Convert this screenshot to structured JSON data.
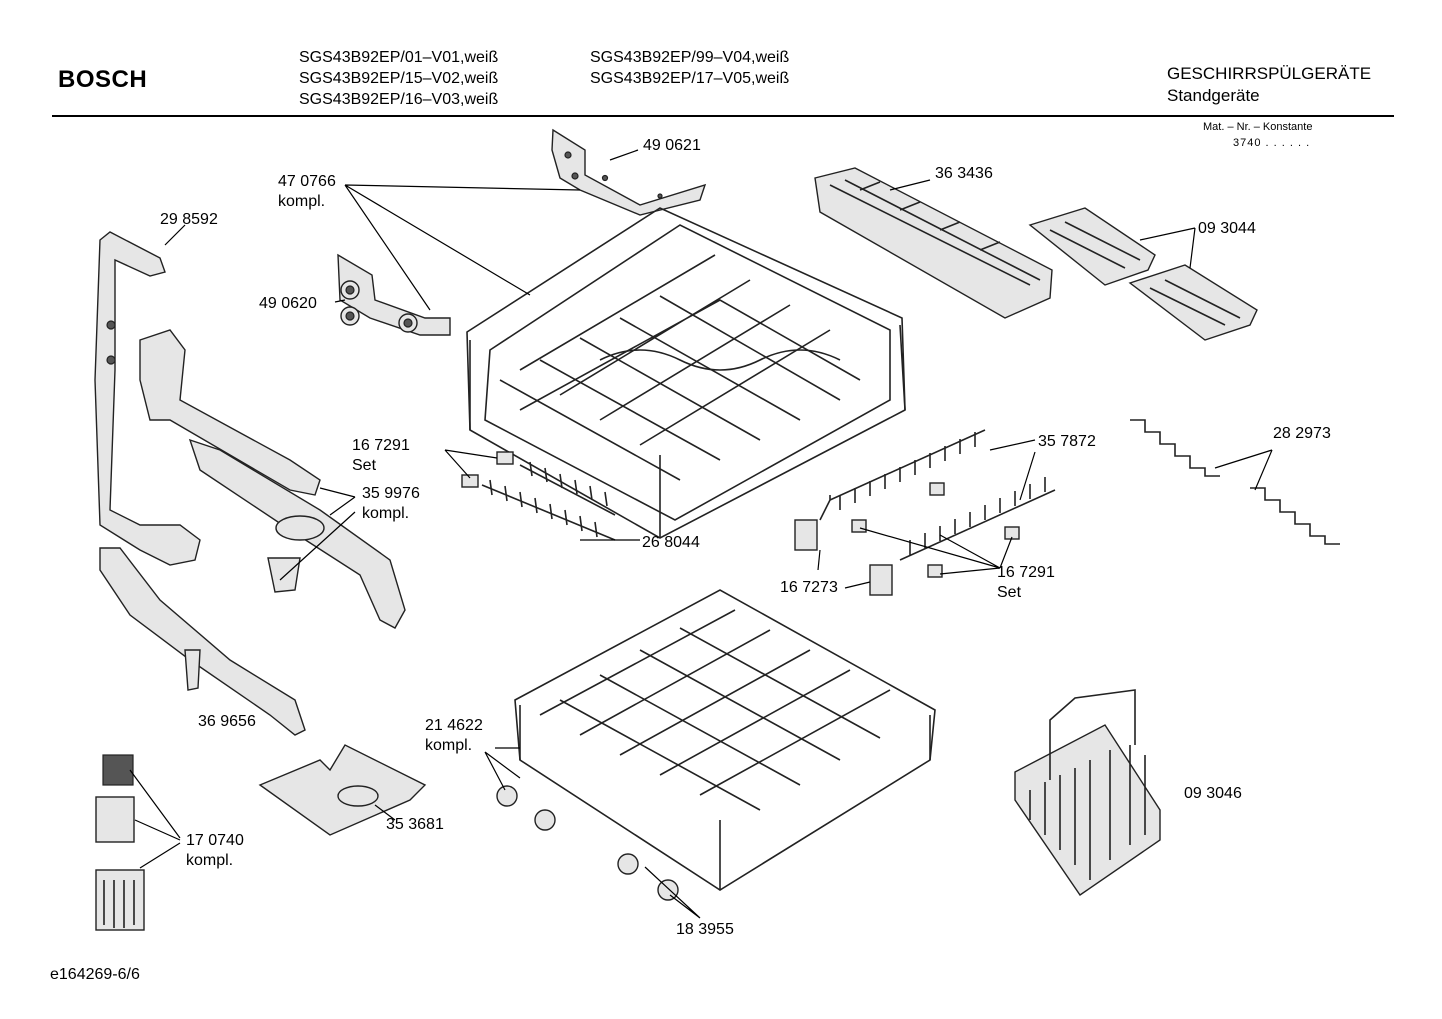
{
  "header": {
    "brand": "BOSCH",
    "models_left": [
      "SGS43B92EP/01–V01,weiß",
      "SGS43B92EP/15–V02,weiß",
      "SGS43B92EP/16–V03,weiß"
    ],
    "models_right": [
      "SGS43B92EP/99–V04,weiß",
      "SGS43B92EP/17–V05,weiß"
    ],
    "category": "GESCHIRRSPÜLGERÄTE",
    "subcategory": "Standgeräte",
    "mat_nr_label": "Mat. – Nr. – Konstante",
    "mat_nr_value": "3740  .  .    .  .  .  ."
  },
  "labels": {
    "p490621": "49 0621",
    "p470766": "47 0766",
    "p470766_sub": "kompl.",
    "p298592": "29 8592",
    "p490620": "49 0620",
    "p363436": "36 3436",
    "p093044": "09 3044",
    "p167291a": "16 7291",
    "p167291a_sub": "Set",
    "p359976": "35 9976",
    "p359976_sub": "kompl.",
    "p357872": "35 7872",
    "p282973": "28 2973",
    "p268044": "26 8044",
    "p167273": "16 7273",
    "p167291b": "16 7291",
    "p167291b_sub": "Set",
    "p369656": "36 9656",
    "p214622": "21 4622",
    "p214622_sub": "kompl.",
    "p093046": "09 3046",
    "p353681": "35 3681",
    "p170740": "17 0740",
    "p170740_sub": "kompl.",
    "p183955": "18 3955"
  },
  "footer": {
    "doc_id": "e164269-6/6"
  }
}
